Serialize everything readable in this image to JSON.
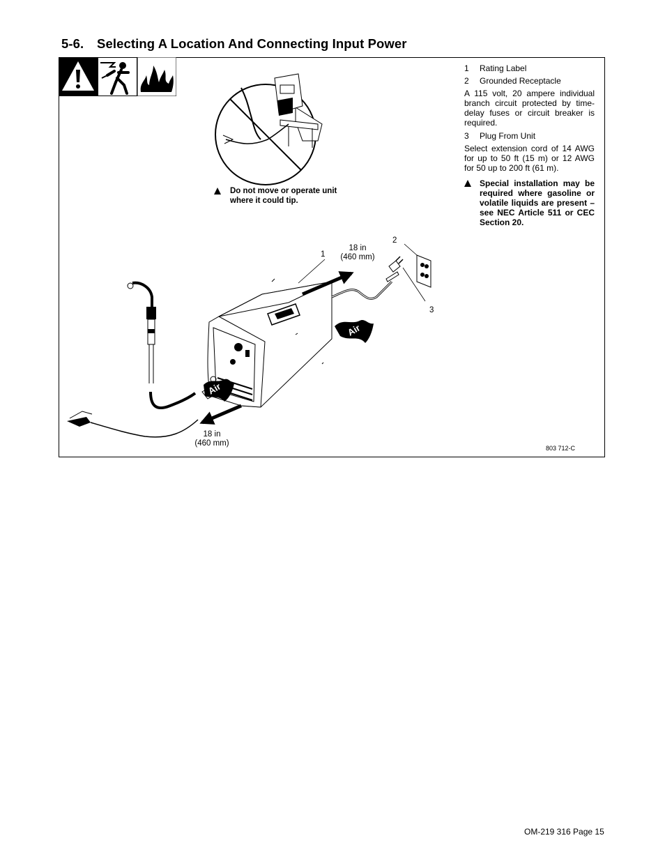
{
  "section": {
    "number": "5-6.",
    "title": "Selecting A Location And Connecting Input Power"
  },
  "hazard_icons": [
    "warning-triangle-icon",
    "electric-shock-icon",
    "fire-icon"
  ],
  "caution": "Do not move or operate unit where it could tip.",
  "legend": {
    "item1": {
      "num": "1",
      "label": "Rating Label"
    },
    "item2": {
      "num": "2",
      "label": "Grounded Receptacle"
    },
    "item2_note": "A 115 volt, 20 ampere individual branch circuit protected by time-delay fuses or circuit breaker is required.",
    "item3": {
      "num": "3",
      "label": "Plug From Unit"
    },
    "item3_note": "Select extension cord of 14 AWG for up to 50 ft (15 m) or 12 AWG for 50 up to 200 ft (61 m).",
    "warning": "Special installation may be required where gasoline or volatile liquids are present – see NEC Article 511 or CEC Section 20."
  },
  "diagram": {
    "callout1": "1",
    "callout2": "2",
    "callout3": "3",
    "clearance_top_value": "18 in",
    "clearance_top_metric": "(460 mm)",
    "clearance_bottom_value": "18 in",
    "clearance_bottom_metric": "(460 mm)",
    "air_label": "Air",
    "figure_id": "803 712-C"
  },
  "footer": "OM-219 316 Page 15"
}
